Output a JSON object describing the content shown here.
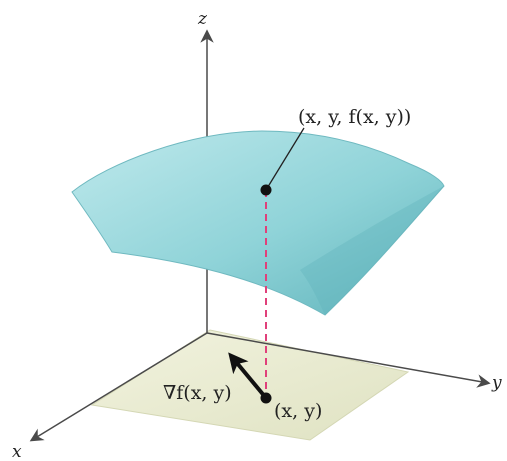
{
  "axes": {
    "x_label": "x",
    "y_label": "y",
    "z_label": "z"
  },
  "annotations": {
    "surface_point_label": "(x, y, f(x, y))",
    "base_point_label": "(x, y)",
    "gradient_label": "∇f(x, y)"
  },
  "colors": {
    "surface_fill": "#8fd3d8",
    "surface_shade": "#5bb0b8",
    "plane_fill": "#e6e8cc",
    "axis_color": "#4a4a4a",
    "drop_line": "#e0407a",
    "point_color": "#111111"
  }
}
